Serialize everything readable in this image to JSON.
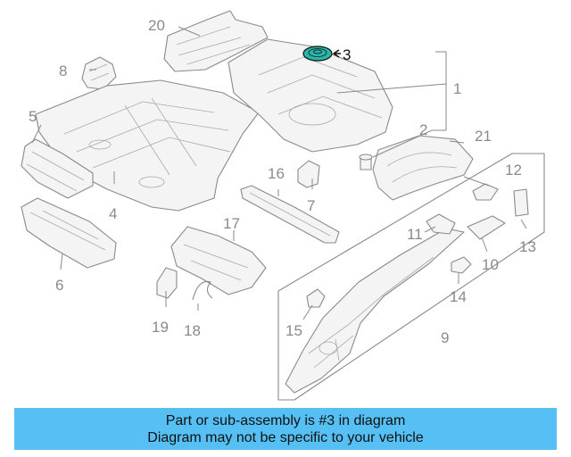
{
  "callouts": {
    "c1": "1",
    "c2": "2",
    "c3": "3",
    "c4": "4",
    "c5": "5",
    "c6": "6",
    "c7": "7",
    "c8": "8",
    "c9": "9",
    "c10": "10",
    "c11": "11",
    "c12": "12",
    "c13": "13",
    "c14": "14",
    "c15": "15",
    "c16": "16",
    "c17": "17",
    "c18": "18",
    "c19": "19",
    "c20": "20",
    "c21": "21"
  },
  "highlight": {
    "part": "3",
    "color": "#2bb5a8"
  },
  "banner": {
    "line1": "Part or sub-assembly is #3 in diagram",
    "line2": "Diagram may not be specific to your vehicle",
    "background": "#56c0f5"
  }
}
